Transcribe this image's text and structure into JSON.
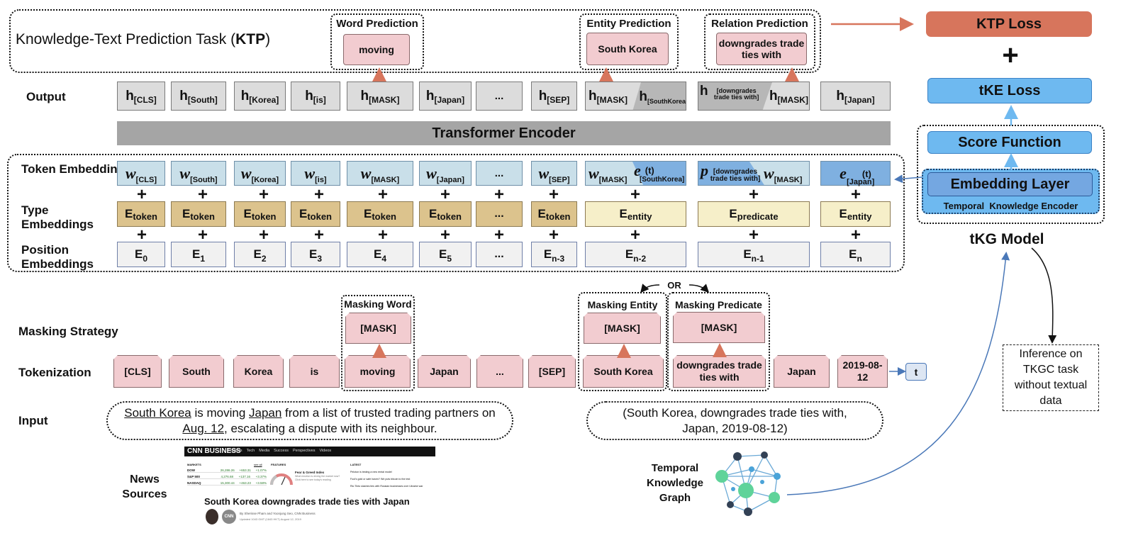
{
  "ktp": {
    "title_prefix": "Knowledge-Text Prediction Task (",
    "title_bold": "KTP",
    "title_suffix": ")",
    "word_prediction": "Word Prediction",
    "entity_prediction": "Entity Prediction",
    "relation_prediction": "Relation Prediction",
    "word_pred_value": "moving",
    "entity_pred_value": "South Korea",
    "relation_pred_value": "downgrades trade ties with"
  },
  "losses": {
    "ktp_loss": "KTP Loss",
    "plus": "+",
    "tke_loss": "tKE Loss",
    "score_function": "Score Function",
    "embedding_layer": "Embedding Layer",
    "temporal_encoder": "Temporal  Knowledge Encoder",
    "tkg_model": "tKG Model",
    "inference": "Inference on TKGC task without textual data"
  },
  "labels": {
    "output": "Output",
    "transformer": "Transformer Encoder",
    "token_embeddings": "Token Embeddings",
    "type_embeddings": "Type Embeddings",
    "position_embeddings": "Position Embeddings",
    "masking_strategy": "Masking Strategy",
    "tokenization": "Tokenization",
    "input": "Input",
    "news_sources": "News Sources",
    "tkg": "Temporal Knowledge Graph",
    "or": "OR",
    "masking_word": "Masking Word",
    "masking_entity": "Masking Entity",
    "masking_predicate": "Masking Predicate",
    "mask": "[MASK]"
  },
  "output_row": {
    "h": "h",
    "subs": [
      "[CLS]",
      "[South]",
      "[Korea]",
      "[is]",
      "[MASK]",
      "[Japan]",
      "...",
      "[SEP]",
      "[MASK]",
      "[SouthKorea]",
      "[downgrades trade ties with]",
      "[MASK]",
      "[Japan]"
    ]
  },
  "token_row": {
    "w": "w",
    "e": "e",
    "p": "p",
    "t": "(t)",
    "subs": [
      "[CLS]",
      "[South]",
      "[Korea]",
      "[is]",
      "[MASK]",
      "[Japan]",
      "...",
      "[SEP]",
      "[MASK]",
      "[SouthKorea]",
      "[downgrades trade ties with]",
      "[MASK]",
      "[Japan]"
    ]
  },
  "type_row": {
    "E": "E",
    "subs": [
      "token",
      "token",
      "token",
      "token",
      "token",
      "token",
      "...",
      "token",
      "entity",
      "predicate",
      "entity"
    ]
  },
  "position_row": {
    "E": "E",
    "subs": [
      "0",
      "1",
      "2",
      "3",
      "4",
      "5",
      "...",
      "n-3",
      "n-2",
      "n-1",
      "n"
    ]
  },
  "tokens": [
    "[CLS]",
    "South",
    "Korea",
    "is",
    "moving",
    "Japan",
    "...",
    "[SEP]",
    "South Korea",
    "downgrades trade ties with",
    "Japan",
    "2019-08-12",
    "t"
  ],
  "input_text": {
    "sentence_a": "South Korea",
    "sentence_b": " is moving ",
    "sentence_c": "Japan",
    "sentence_d": " from a list of trusted trading partners on ",
    "sentence_e": "Aug. 12",
    "sentence_f": ", escalating a dispute with its neighbour.",
    "quadruple": "(South Korea, downgrades trade ties with, Japan, 2019-08-12)"
  },
  "news": {
    "brand": "CNN BUSINESS",
    "nav": [
      "Markets",
      "Tech",
      "Media",
      "Success",
      "Perspectives",
      "Videos"
    ],
    "markets": "MARKETS",
    "see_all": "see all",
    "features": "FEATURES",
    "latest": "LATEST",
    "rows": [
      {
        "name": "DOW",
        "value": "26,286.26",
        "delta": "+653.31",
        "pct": "+1.07%"
      },
      {
        "name": "S&P 500",
        "value": "4,276.68",
        "delta": "+137.16",
        "pct": "+3.37%"
      },
      {
        "name": "NASDAQ",
        "value": "15,300.44",
        "delta": "+463.23",
        "pct": "+3.58%"
      }
    ],
    "feature_title": "Fear & Greed Index",
    "feature_text": "What emotion is driving the market now? Click here to see today's reading",
    "latest_items": [
      "Peloton is testing a new rental model",
      "Fool's gold or safe haven? We puts bitcoin to the test",
      "Rio Tinto slashes ties with Russian businesses over Ukraine war"
    ],
    "headline": "South Korea downgrades trade ties with Japan",
    "byline": "By Sherisse Pham and Yoonjung Seo, CNN Business",
    "updated": "Updated 1043 GMT (1843 HKT) August 12, 2019",
    "logo": "CNN"
  },
  "colors": {
    "ktp_loss": "#d7755c",
    "blue": "#6eb9f0",
    "orange_arrow": "#d7755c"
  }
}
